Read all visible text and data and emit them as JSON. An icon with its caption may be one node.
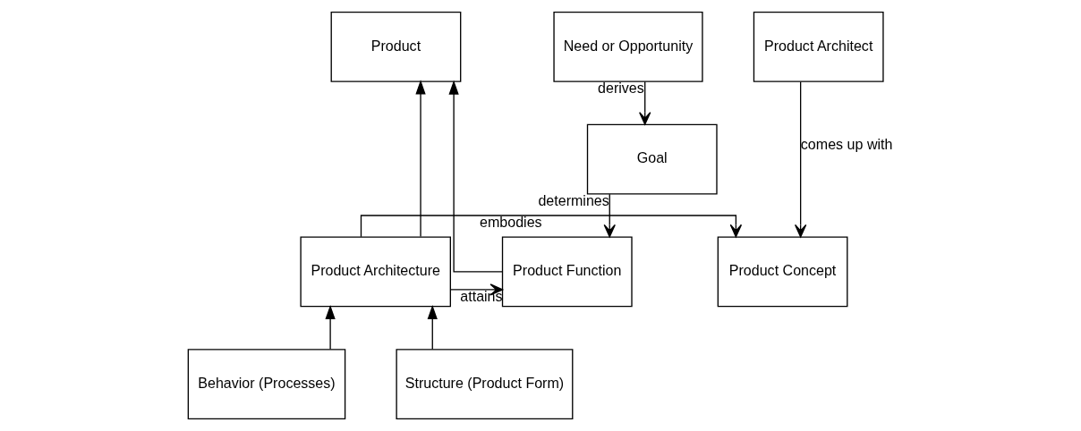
{
  "diagram": {
    "nodes": [
      {
        "text": [
          "Need or Opportunity"
        ]
      },
      {
        "text": [
          "Product"
        ]
      },
      {
        "text": [
          "Product Architect"
        ]
      },
      {
        "text": [
          "Goal"
        ]
      },
      {
        "text": [
          "Product Function"
        ]
      },
      {
        "text": [
          "Product Architecture"
        ]
      },
      {
        "text": [
          "Product Concept"
        ]
      },
      {
        "text": [
          "Behavior (Processes)"
        ]
      },
      {
        "text": [
          "Structure (Product Form)"
        ]
      }
    ],
    "edges": [
      {
        "from": 0,
        "to": 3,
        "arrow": "to",
        "label": "derives"
      },
      {
        "from": 2,
        "to": 6,
        "arrow": "to",
        "label": "comes up with"
      },
      {
        "from": 4,
        "to": 1,
        "arrow": "to"
      },
      {
        "from": 5,
        "to": 1,
        "arrow": "to"
      },
      {
        "from": 3,
        "to": 4,
        "arrow": "to",
        "label": "determines"
      },
      {
        "from": 5,
        "to": 4,
        "arrow": "to",
        "label": "attains"
      },
      {
        "from": 5,
        "to": 6,
        "arrow": "to",
        "label": "embodies"
      },
      {
        "from": 7,
        "to": 5,
        "arrow": "to"
      },
      {
        "from": 8,
        "to": 5,
        "arrow": "to"
      }
    ]
  }
}
